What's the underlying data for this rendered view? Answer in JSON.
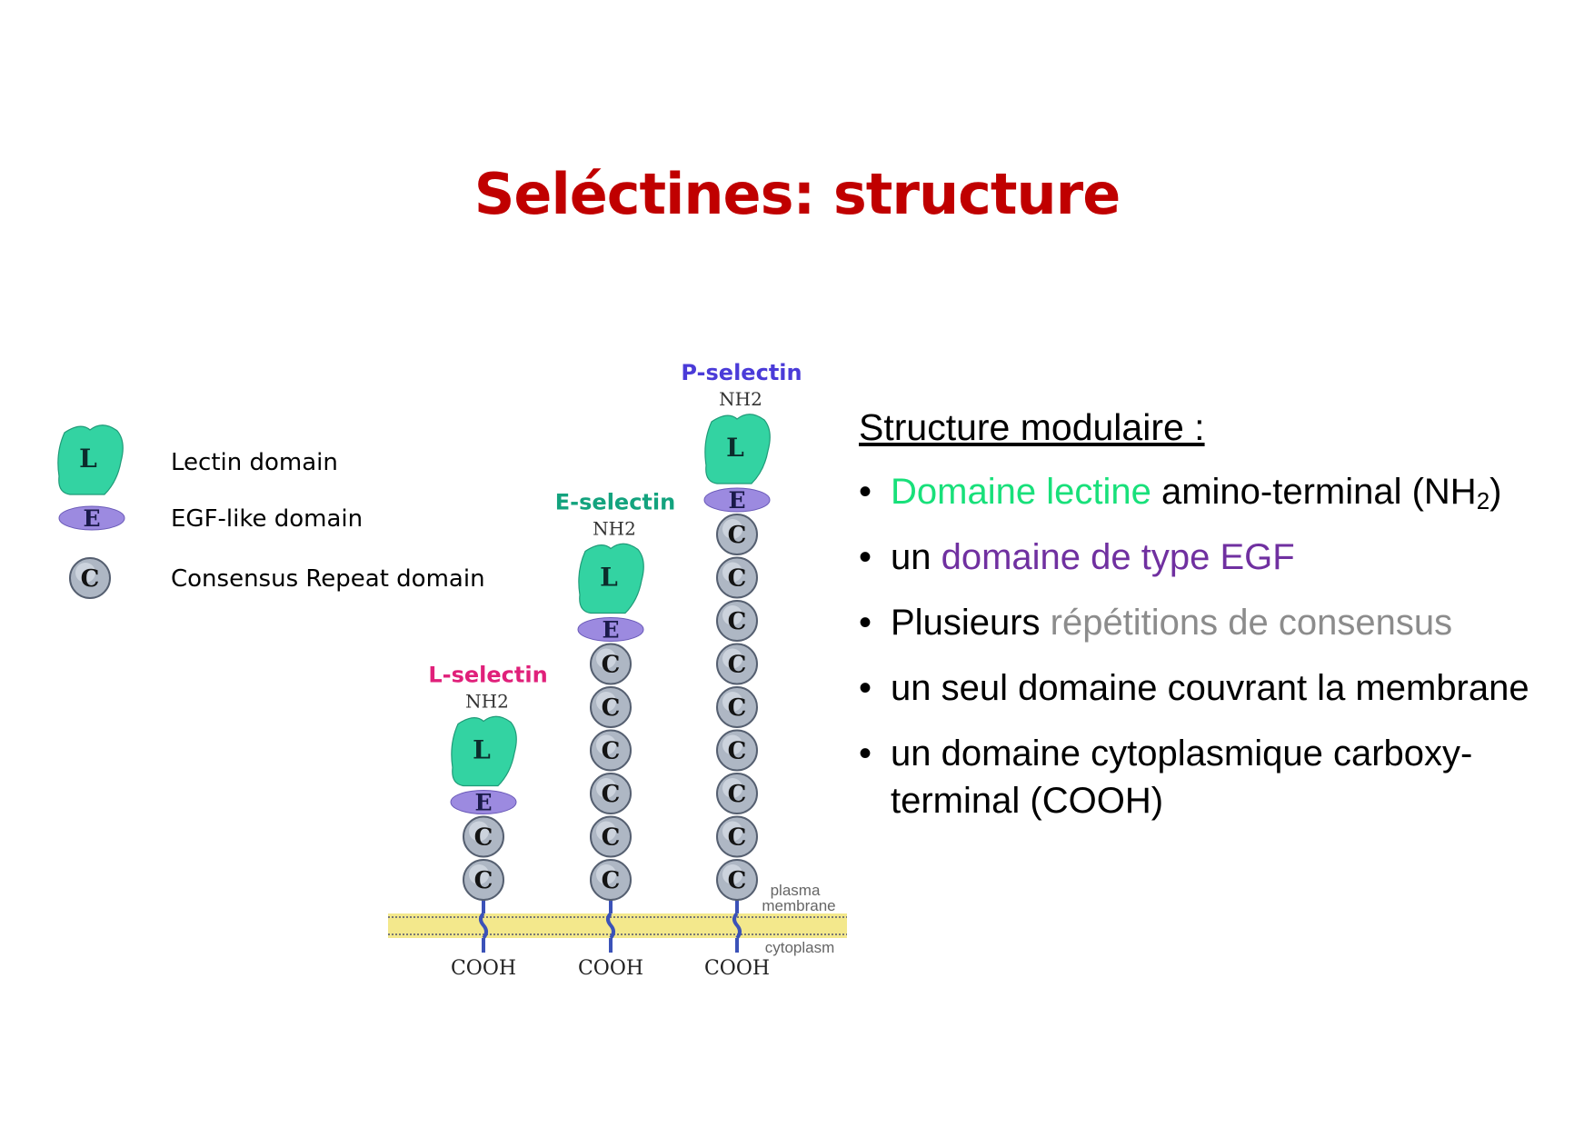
{
  "title": "Seléctines: structure",
  "colors": {
    "title": "#c00000",
    "lectin_fill": "#33d3a2",
    "egf_fill": "#9c8ae0",
    "cr_fill": "#aeb7c4",
    "membrane": "#f3e88c",
    "tm_line": "#3b52b8",
    "l_selectin_label": "#e0207a",
    "e_selectin_label": "#13a37e",
    "p_selectin_label": "#4a3bd8",
    "text_lectin": "#18e07a",
    "text_egf": "#7030a0",
    "text_consensus": "#8c8c8c"
  },
  "legend": [
    {
      "glyph": "L",
      "shape": "lectin",
      "label": "Lectin domain"
    },
    {
      "glyph": "E",
      "shape": "egf",
      "label": "EGF-like domain"
    },
    {
      "glyph": "C",
      "shape": "cr",
      "label": "Consensus Repeat domain"
    }
  ],
  "selectins": [
    {
      "name": "L-selectin",
      "nterm": "NH2",
      "cterm": "COOH",
      "lectin": "L",
      "egf": "E",
      "cr": "C",
      "cr_count": 2
    },
    {
      "name": "E-selectin",
      "nterm": "NH2",
      "cterm": "COOH",
      "lectin": "L",
      "egf": "E",
      "cr": "C",
      "cr_count": 6
    },
    {
      "name": "P-selectin",
      "nterm": "NH2",
      "cterm": "COOH",
      "lectin": "L",
      "egf": "E",
      "cr": "C",
      "cr_count": 9
    }
  ],
  "membrane_labels": {
    "plasma": "plasma",
    "membrane": "membrane",
    "cytoplasm": "cytoplasm"
  },
  "text": {
    "heading": "Structure modulaire :",
    "bullet_char": "•",
    "bullets": [
      {
        "parts": [
          {
            "t": "Domaine lectine",
            "c": "lectin"
          },
          {
            "t": " amino-terminal (NH",
            "c": ""
          },
          {
            "t": "2",
            "c": "",
            "sub": true
          },
          {
            "t": ")",
            "c": ""
          }
        ]
      },
      {
        "parts": [
          {
            "t": "un ",
            "c": ""
          },
          {
            "t": "domaine de type EGF",
            "c": "egf"
          }
        ]
      },
      {
        "parts": [
          {
            "t": "Plusieurs ",
            "c": ""
          },
          {
            "t": "répétitions de consensus",
            "c": "consensus"
          }
        ]
      },
      {
        "parts": [
          {
            "t": "un seul domaine couvrant la membrane",
            "c": ""
          }
        ]
      },
      {
        "parts": [
          {
            "t": "un domaine cytoplasmique carboxy-terminal (COOH)",
            "c": ""
          }
        ]
      }
    ]
  }
}
